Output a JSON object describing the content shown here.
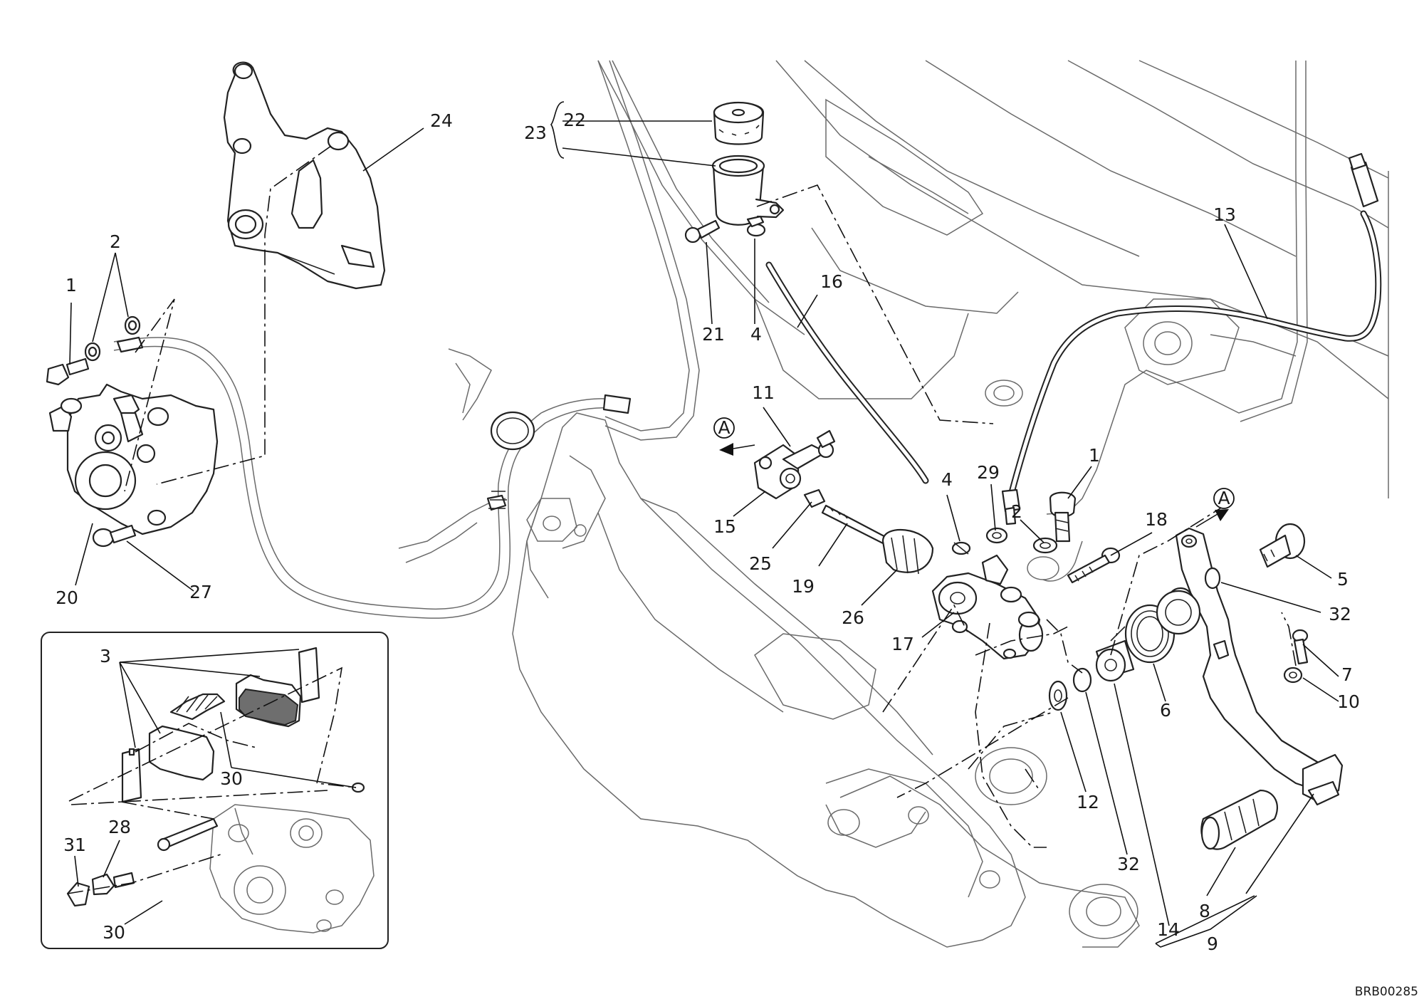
{
  "diagram": {
    "drawing_code": "BRB00285",
    "view_marker": "A",
    "callouts": [
      {
        "id": "c1a",
        "text": "1"
      },
      {
        "id": "c2a",
        "text": "2"
      },
      {
        "id": "c20",
        "text": "20"
      },
      {
        "id": "c27",
        "text": "27"
      },
      {
        "id": "c24",
        "text": "24"
      },
      {
        "id": "c23",
        "text": "23"
      },
      {
        "id": "c22",
        "text": "22"
      },
      {
        "id": "c21",
        "text": "21"
      },
      {
        "id": "c4a",
        "text": "4"
      },
      {
        "id": "c16",
        "text": "16"
      },
      {
        "id": "c11",
        "text": "11"
      },
      {
        "id": "c15",
        "text": "15"
      },
      {
        "id": "c25",
        "text": "25"
      },
      {
        "id": "c19",
        "text": "19"
      },
      {
        "id": "c26",
        "text": "26"
      },
      {
        "id": "c17",
        "text": "17"
      },
      {
        "id": "c4b",
        "text": "4"
      },
      {
        "id": "c29",
        "text": "29"
      },
      {
        "id": "c2b",
        "text": "2"
      },
      {
        "id": "c1b",
        "text": "1"
      },
      {
        "id": "c13",
        "text": "13"
      },
      {
        "id": "c18",
        "text": "18"
      },
      {
        "id": "c5",
        "text": "5"
      },
      {
        "id": "c32a",
        "text": "32"
      },
      {
        "id": "c7",
        "text": "7"
      },
      {
        "id": "c10",
        "text": "10"
      },
      {
        "id": "c6",
        "text": "6"
      },
      {
        "id": "c12",
        "text": "12"
      },
      {
        "id": "c32b",
        "text": "32"
      },
      {
        "id": "c14",
        "text": "14"
      },
      {
        "id": "c8",
        "text": "8"
      },
      {
        "id": "c9",
        "text": "9"
      },
      {
        "id": "c3",
        "text": "3"
      },
      {
        "id": "c30a",
        "text": "30"
      },
      {
        "id": "c31",
        "text": "31"
      },
      {
        "id": "c28",
        "text": "28"
      },
      {
        "id": "c30b",
        "text": "30"
      }
    ]
  }
}
